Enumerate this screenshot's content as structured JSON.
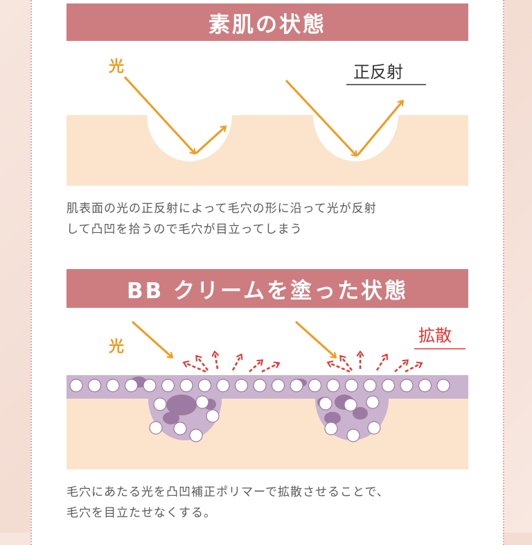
{
  "section1": {
    "title": "素肌の状態",
    "light_label": "光",
    "reflect_label": "正反射",
    "caption_line1": "肌表面の光の正反射によって毛穴の形に沿って光が反射",
    "caption_line2": "して凸凹を拾うので毛穴が目立ってしまう"
  },
  "section2": {
    "title": "BB クリームを塗った状態",
    "light_label": "光",
    "diffuse_label": "拡散",
    "caption_line1": "毛穴にあたる光を凸凹補正ポリマーで拡散させることで、",
    "caption_line2": "毛穴を目立たせなくする。"
  },
  "colors": {
    "banner": "#cd7d80",
    "skin": "#fbe3cc",
    "arrow": "#f29a1e",
    "diffuse_arrow": "#e8342e",
    "cream_layer": "#c9b3cf",
    "cream_blob": "#9c7aa3"
  }
}
